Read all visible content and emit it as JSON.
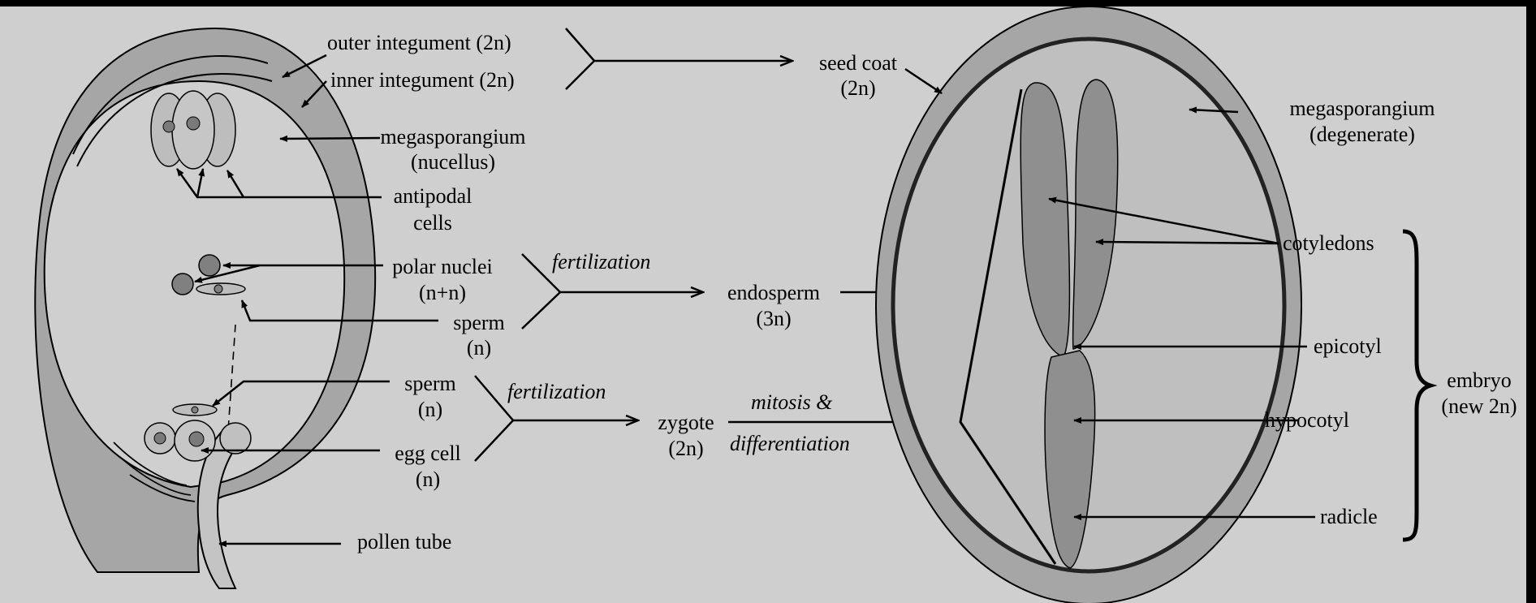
{
  "labels": {
    "outer_integument": "outer integument (2n)",
    "inner_integument": "inner integument (2n)",
    "megasporangium_1": "megasporangium",
    "megasporangium_2": "(nucellus)",
    "antipodal_1": "antipodal",
    "antipodal_2": "cells",
    "polar_1": "polar nuclei",
    "polar_2": "(n+n)",
    "sperm_top_1": "sperm",
    "sperm_top_2": "(n)",
    "sperm_bot_1": "sperm",
    "sperm_bot_2": "(n)",
    "egg_1": "egg cell",
    "egg_2": "(n)",
    "pollen_tube": "pollen tube",
    "fertilization_top": "fertilization",
    "fertilization_bottom": "fertilization",
    "endosperm_1": "endosperm",
    "endosperm_2": "(3n)",
    "zygote_1": "zygote",
    "zygote_2": "(2n)",
    "mitosis": "mitosis &",
    "differentiation": "differentiation",
    "seed_coat_1": "seed coat",
    "seed_coat_2": "(2n)",
    "mega_degenerate_1": "megasporangium",
    "mega_degenerate_2": "(degenerate)",
    "cotyledons": "cotyledons",
    "epicotyl": "epicotyl",
    "hypocotyl": "hypocotyl",
    "radicle": "radicle",
    "embryo_1": "embryo",
    "embryo_2": "(new 2n)"
  },
  "colors": {
    "background": "#cfcfcf",
    "frame": "#000000",
    "integument": "#a6a6a6",
    "inner_space": "#cfcfcf",
    "embryo": "#8f8f8f",
    "line": "#000000"
  }
}
